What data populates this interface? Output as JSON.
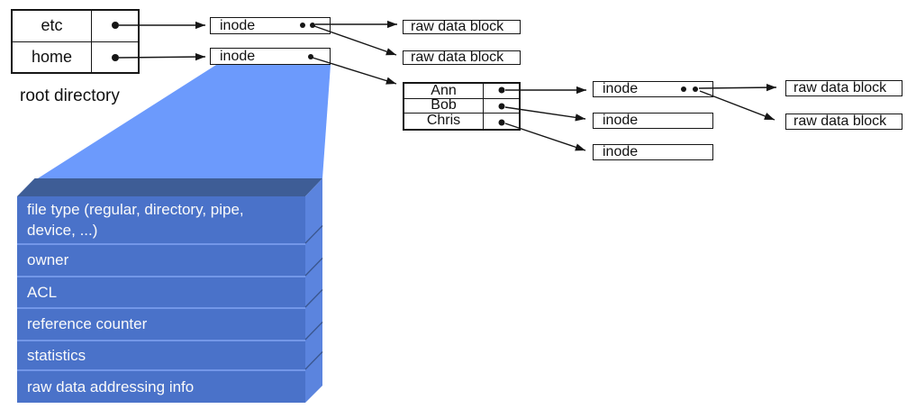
{
  "labels": {
    "inode": "inode",
    "raw_data_block": "raw data block"
  },
  "root_directory": {
    "caption": "root directory",
    "entries": [
      "etc",
      "home"
    ]
  },
  "user_directory": {
    "entries": [
      "Ann",
      "Bob",
      "Chris"
    ]
  },
  "inode_structure": {
    "fields": [
      "file type (regular, directory, pipe, device, ...)",
      "owner",
      "ACL",
      "reference counter",
      "statistics",
      "raw data addressing info"
    ]
  },
  "colors": {
    "funnel_highlight": "#6C9AFC",
    "stack_front": "#4A72C9",
    "stack_side": "#5B84DE",
    "stack_bevel": "#3E5D96",
    "stack_divider": "#7397E8",
    "line": "#161616"
  }
}
